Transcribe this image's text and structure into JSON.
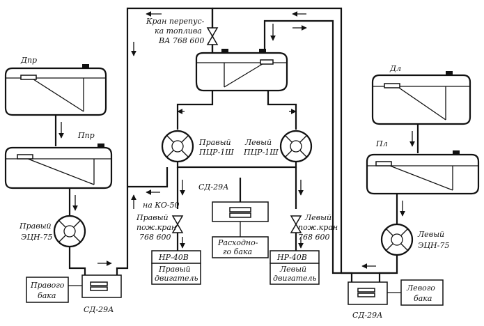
{
  "labels": {
    "crossfeed_valve": [
      "Кран перепус-",
      "ка топлива",
      "ВА 768 600"
    ],
    "d_right": "Дпр",
    "p_right": "Ппр",
    "d_left": "Дл",
    "p_left": "Пл",
    "pump_right": [
      "Правый",
      "ПЦР-1Ш"
    ],
    "pump_left": [
      "Левый",
      "ПЦР-1Ш"
    ],
    "ecn_right": [
      "Правый",
      "ЭЦН-75"
    ],
    "ecn_left": [
      "Левый",
      "ЭЦН-75"
    ],
    "to_ko50": "на КО-50",
    "sd_center": "СД-29А",
    "valve_right": [
      "Правый",
      "пож.кран",
      "768 600"
    ],
    "valve_left": [
      "Левый",
      "пож.кран",
      "768 600"
    ],
    "hr_right": "НР-40В",
    "hr_left": "НР-40В",
    "engine_right": [
      "Правый",
      "двигатель"
    ],
    "engine_left": [
      "Левый",
      "двигатель"
    ],
    "consumable_tank": [
      "Расходно-",
      "го бака"
    ],
    "right_tank_box": [
      "Правого",
      "бака"
    ],
    "left_tank_box": [
      "Левого",
      "бака"
    ],
    "sd_right": "СД-29А",
    "sd_left": "СД-29А"
  }
}
